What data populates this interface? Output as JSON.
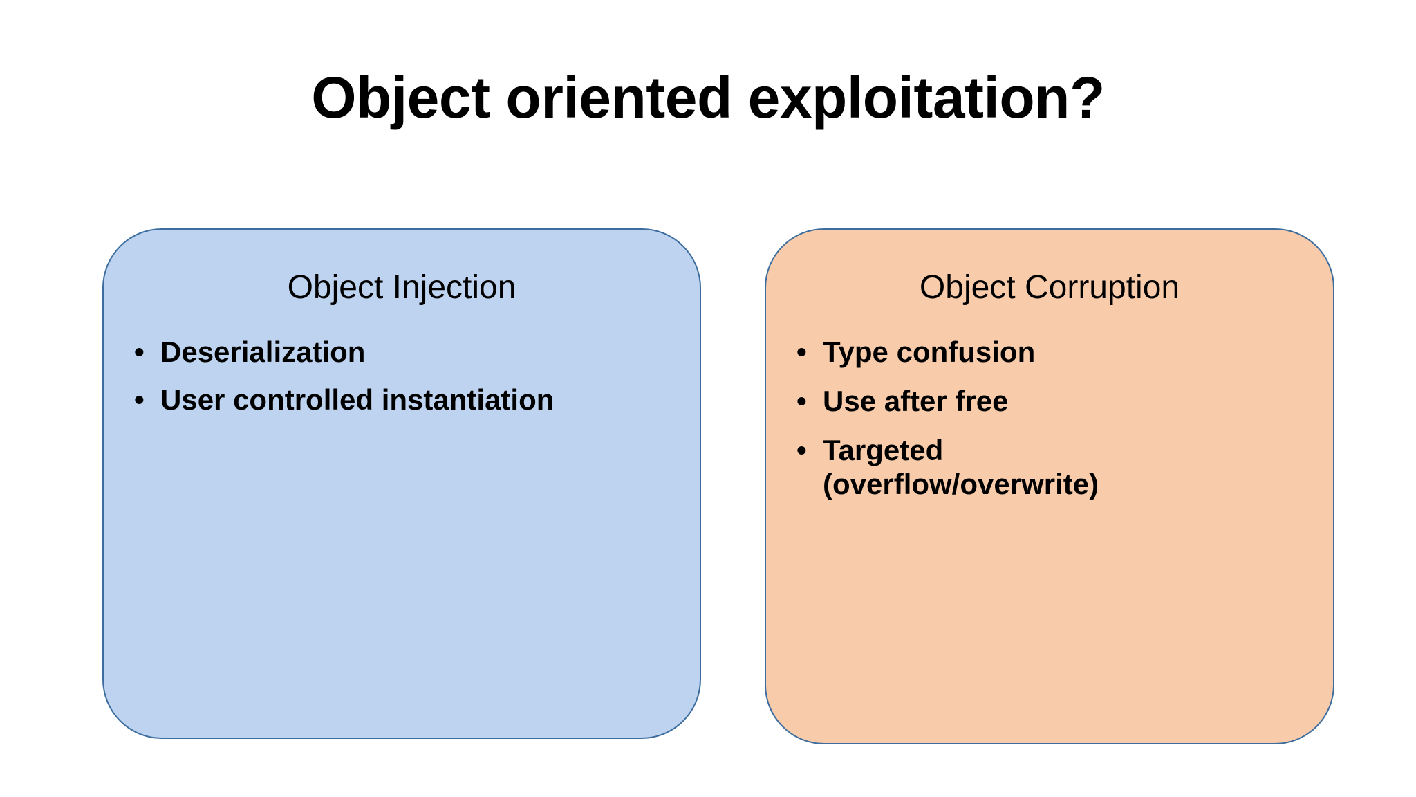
{
  "slide": {
    "title": "Object oriented exploitation?",
    "background_color": "#FFFFFF",
    "panels": [
      {
        "id": "object-injection",
        "header": "Object Injection",
        "fill_color": "#BDD3EF",
        "border_color": "#3D6D9E",
        "bullet_marker": "•",
        "bullets": [
          "Deserialization",
          "User controlled instantiation"
        ]
      },
      {
        "id": "object-corruption",
        "header": "Object Corruption",
        "fill_color": "#F8CCAB",
        "border_color": "#3D6D9E",
        "bullet_marker": "•",
        "bullets": [
          "Type confusion",
          "Use after free",
          "Targeted\n(overflow/overwrite)"
        ]
      }
    ]
  }
}
